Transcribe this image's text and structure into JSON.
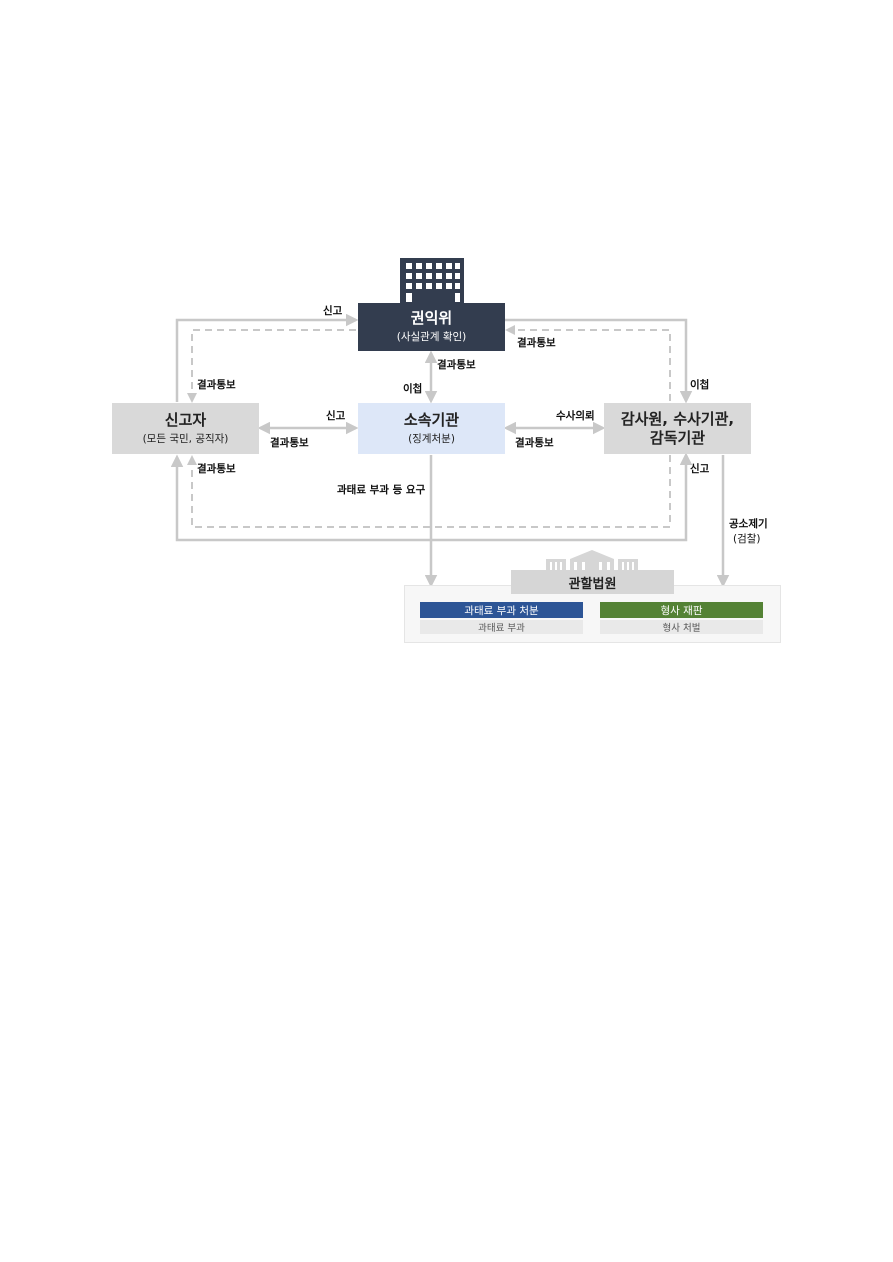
{
  "nodes": {
    "acrc": {
      "title": "권익위",
      "subtitle": "(사실관계 확인)"
    },
    "reporter": {
      "title": "신고자",
      "subtitle": "(모든 국민, 공직자)"
    },
    "agency": {
      "title": "소속기관",
      "subtitle": "(징계처분)"
    },
    "audit": {
      "title_line1": "감사원, 수사기관,",
      "title_line2": "감독기관"
    }
  },
  "labels": {
    "report_top": "신고",
    "result_notice_top_right": "결과통보",
    "result_notice_left_upper": "결과통보",
    "transfer_right": "이첩",
    "result_notice_center_top": "결과통보",
    "transfer_center": "이첩",
    "report_middle": "신고",
    "result_notice_middle_left": "결과통보",
    "investigation_request": "수사의뢰",
    "result_notice_middle_right": "결과통보",
    "result_notice_left_lower": "결과통보",
    "report_right_lower": "신고",
    "fine_request": "과태료 부과 등 요구",
    "prosecution_line1": "공소제기",
    "prosecution_line2": "(검찰)"
  },
  "court": {
    "title": "관할법원",
    "fine_disposition": "과태료 부과 처분",
    "fine_imposition": "과태료 부과",
    "criminal_trial": "형사 재판",
    "criminal_punishment": "형사 처벌"
  },
  "colors": {
    "acrc_box": "#333d4f",
    "reporter_box": "#d9d9d9",
    "agency_box": "#dde7f8",
    "audit_box": "#d9d9d9",
    "arrow": "#c8c8c8",
    "fine_bar": "#2d5596",
    "trial_bar": "#548235"
  }
}
